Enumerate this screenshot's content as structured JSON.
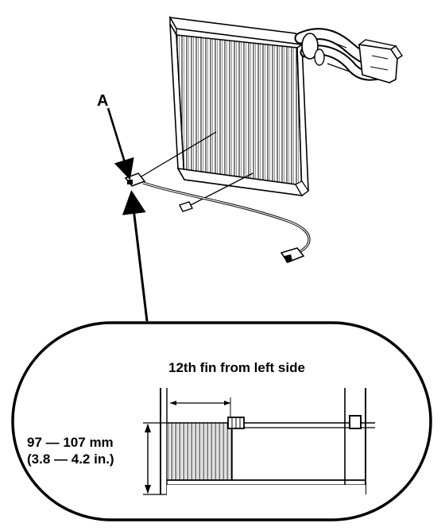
{
  "callout": {
    "label": "A"
  },
  "detail": {
    "title": "12th fin from left side",
    "dimension_mm": "97 — 107 mm",
    "dimension_in": "(3.8 — 4.2 in.)"
  },
  "colors": {
    "ink": "#000000",
    "paper": "#ffffff",
    "shade": "#d6d6d6"
  }
}
